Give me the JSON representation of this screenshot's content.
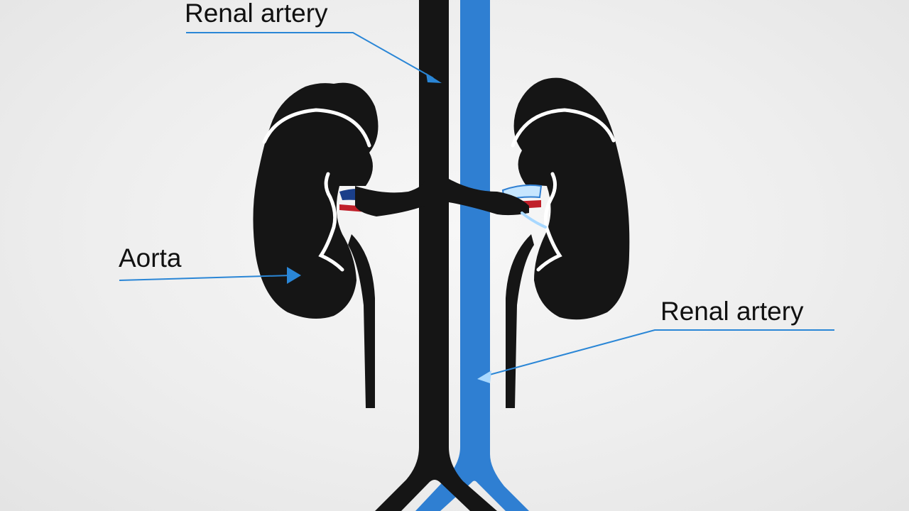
{
  "labels": {
    "top": "Renal artery",
    "left": "Aorta",
    "right": "Renal artery"
  },
  "colors": {
    "vessel_black": "#151515",
    "vessel_blue": "#2f7fd2",
    "leader_line": "#2a86d6",
    "artery_red": "#c0202a",
    "vein_navy": "#1a3f8a",
    "outline_white": "#ffffff"
  }
}
